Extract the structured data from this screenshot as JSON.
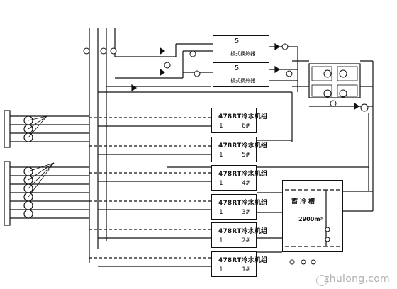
{
  "chillers": [
    {
      "model": "478RT冷水机组",
      "count": "1",
      "id": "6#"
    },
    {
      "model": "478RT冷水机组",
      "count": "1",
      "id": "5#"
    },
    {
      "model": "478RT冷水机组",
      "count": "1",
      "id": "4#"
    },
    {
      "model": "478RT冷水机组",
      "count": "1",
      "id": "3#"
    },
    {
      "model": "478RT冷水机组",
      "count": "1",
      "id": "2#"
    },
    {
      "model": "478RT冷水机组",
      "count": "1",
      "id": "1#"
    }
  ],
  "heat_exchangers": [
    {
      "number": "5",
      "label": "板式换热器"
    },
    {
      "number": "5",
      "label": "板式换热器"
    }
  ],
  "storage_tank": {
    "title": "蓄冷槽",
    "capacity": "2900m³"
  },
  "watermark": {
    "text": "zhulong.com"
  }
}
